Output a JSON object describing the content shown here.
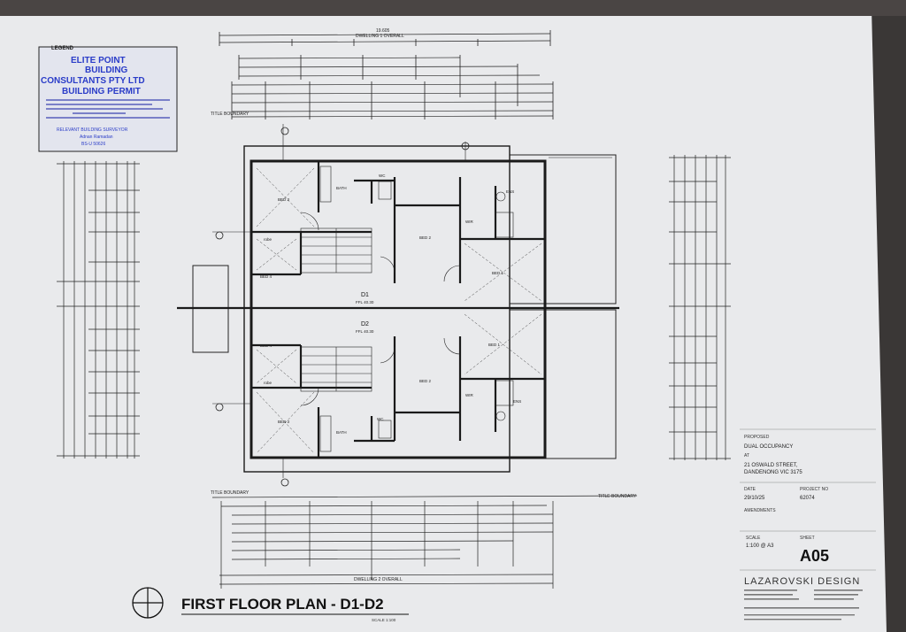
{
  "stamp": {
    "legend_title": "LEGEND",
    "line1": "ELITE POINT",
    "line2": "BUILDING",
    "line3": "CONSULTANTS PTY LTD",
    "line4": "BUILDING PERMIT",
    "surveyor_role": "RELEVANT BUILDING SURVEYOR",
    "surveyor_name": "Adnan Ramadan",
    "surveyor_reg": "BS-U 50626"
  },
  "units": {
    "d1": {
      "label": "D1",
      "ffl": "FFL 40.30"
    },
    "d2": {
      "label": "D2",
      "ffl": "FFL 40.30"
    }
  },
  "rooms": {
    "bed1": "BED 1",
    "bed2": "BED 2",
    "bed3": "BED 3",
    "bed4": "BED 4",
    "bath": "BATH",
    "wc": "WC",
    "wir": "WIR",
    "robe": "robe",
    "ens": "ENS"
  },
  "notes": {
    "title_boundary_top": "TITLE BOUNDARY",
    "title_boundary_bottom": "TITLE BOUNDARY",
    "title_boundary_bottom_right": "TITLE BOUNDARY",
    "dwelling_overall": "DWELLING 1 OVERALL",
    "dwelling2_overall": "DWELLING 2 OVERALL",
    "overall_width": "19.605"
  },
  "title_block": {
    "project_label": "PROPOSED",
    "project": "DUAL OCCUPANCY",
    "at_label": "AT",
    "address_line1": "21 OSWALD STREET,",
    "address_line2": "DANDENONG VIC 3175",
    "date_label": "DATE",
    "date": "29/10/25",
    "project_no_label": "PROJECT NO",
    "project_no": "62074",
    "amendments_label": "AMENDMENTS",
    "scale_label": "SCALE",
    "scale": "1:100 @ A3",
    "sheet_label": "SHEET",
    "sheet": "A05",
    "company": "LAZAROVSKI DESIGN"
  },
  "drawing": {
    "title": "FIRST FLOOR PLAN - D1-D2",
    "scale_note": "SCALE 1:100"
  },
  "colors": {
    "paper": "#e9eaec",
    "ink": "#1a1a1a",
    "stamp_blue": "#2a3cc8",
    "monitor_bezel": "#3a3736"
  }
}
